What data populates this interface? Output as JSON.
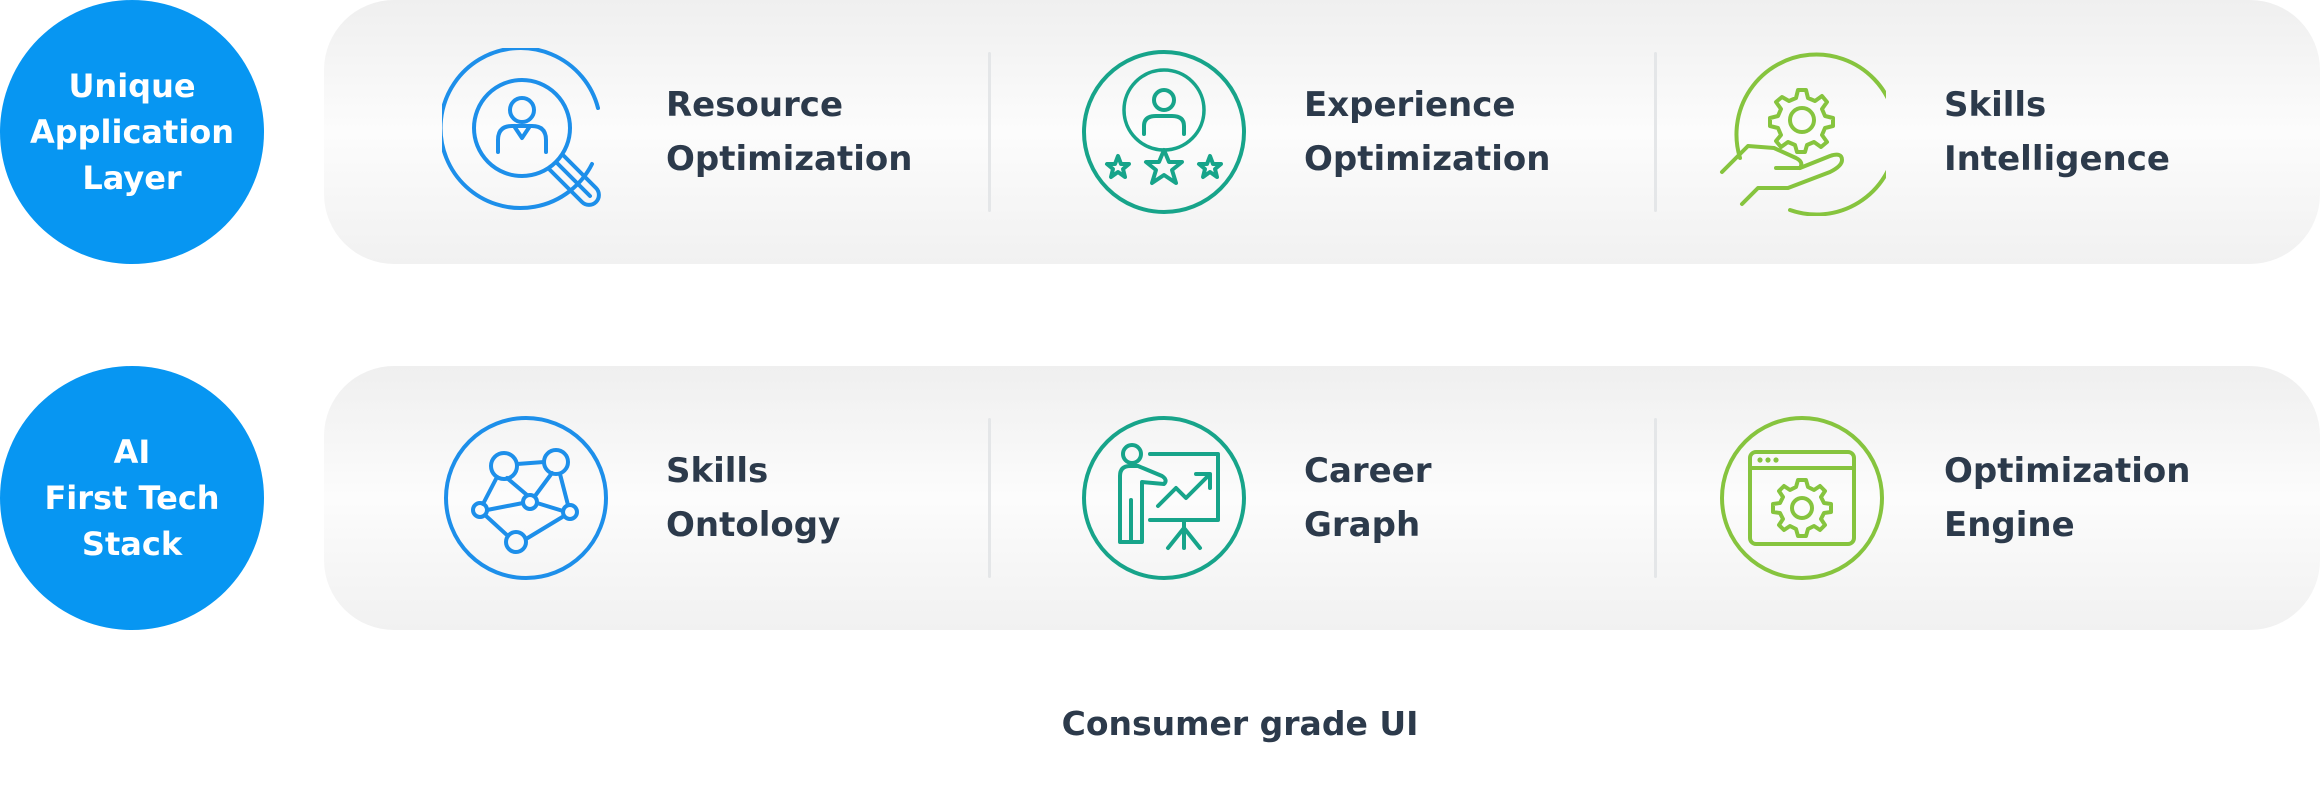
{
  "colors": {
    "accent_blue": "#1d8fea",
    "circle_blue": "#0796f2",
    "teal": "#17a48a",
    "green": "#86c43e",
    "text_dark": "#2c3a4b"
  },
  "rows": [
    {
      "label_lines": [
        "Unique",
        "Application",
        "Layer"
      ],
      "items": [
        {
          "title_lines": [
            "Resource",
            "Optimization"
          ],
          "icon": "person-search-icon"
        },
        {
          "title_lines": [
            "Experience",
            "Optimization"
          ],
          "icon": "person-stars-icon"
        },
        {
          "title_lines": [
            "Skills",
            "Intelligence"
          ],
          "icon": "hand-gear-icon"
        }
      ]
    },
    {
      "label_lines": [
        "AI",
        "First Tech",
        "Stack"
      ],
      "items": [
        {
          "title_lines": [
            "Skills",
            "Ontology"
          ],
          "icon": "network-nodes-icon"
        },
        {
          "title_lines": [
            "Career",
            "Graph"
          ],
          "icon": "presenter-chart-icon"
        },
        {
          "title_lines": [
            "Optimization",
            "Engine"
          ],
          "icon": "browser-gear-icon"
        }
      ]
    }
  ],
  "footer": {
    "text": "Consumer grade UI"
  }
}
